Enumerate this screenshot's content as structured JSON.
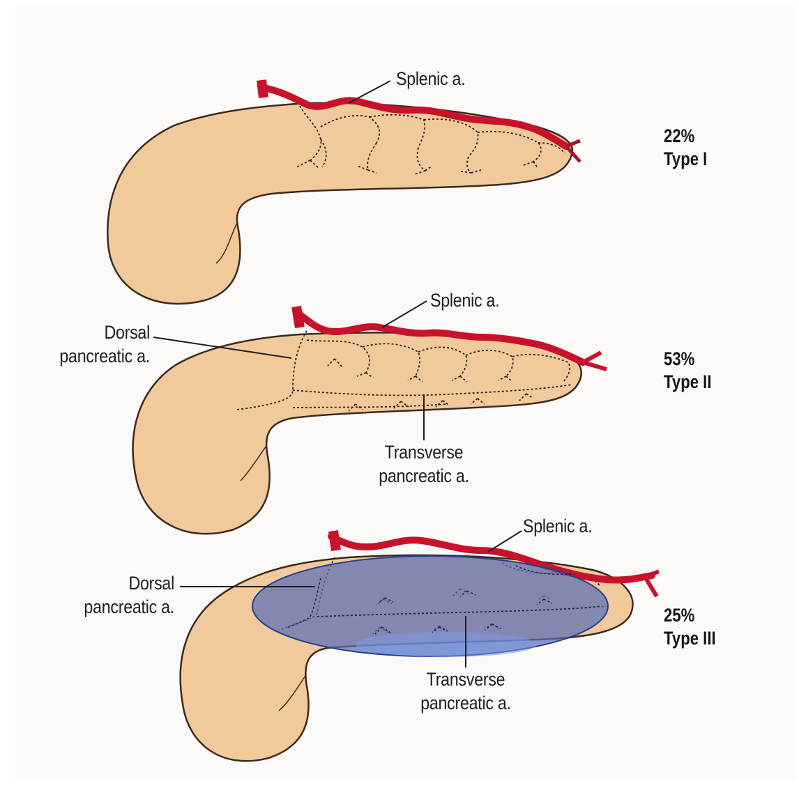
{
  "diagrams": [
    {
      "percent": "22%",
      "type": "Type I",
      "labels": {
        "splenic": "Splenic a."
      }
    },
    {
      "percent": "53%",
      "type": "Type II",
      "labels": {
        "splenic": "Splenic a.",
        "dorsal_line1": "Dorsal",
        "dorsal_line2": "pancreatic a.",
        "transverse_line1": "Transverse",
        "transverse_line2": "pancreatic a."
      }
    },
    {
      "percent": "25%",
      "type": "Type III",
      "labels": {
        "splenic": "Splenic a.",
        "dorsal_line1": "Dorsal",
        "dorsal_line2": "pancreatic a.",
        "transverse_line1": "Transverse",
        "transverse_line2": "pancreatic a."
      }
    }
  ],
  "colors": {
    "pancreas": "#f2c99b",
    "pancreas_outline": "#3a2a1c",
    "artery": "#c8122a",
    "highlight_fill": "#6a7fbf",
    "highlight_stroke": "#2a4a9a"
  },
  "footer_text": "... ... ..."
}
